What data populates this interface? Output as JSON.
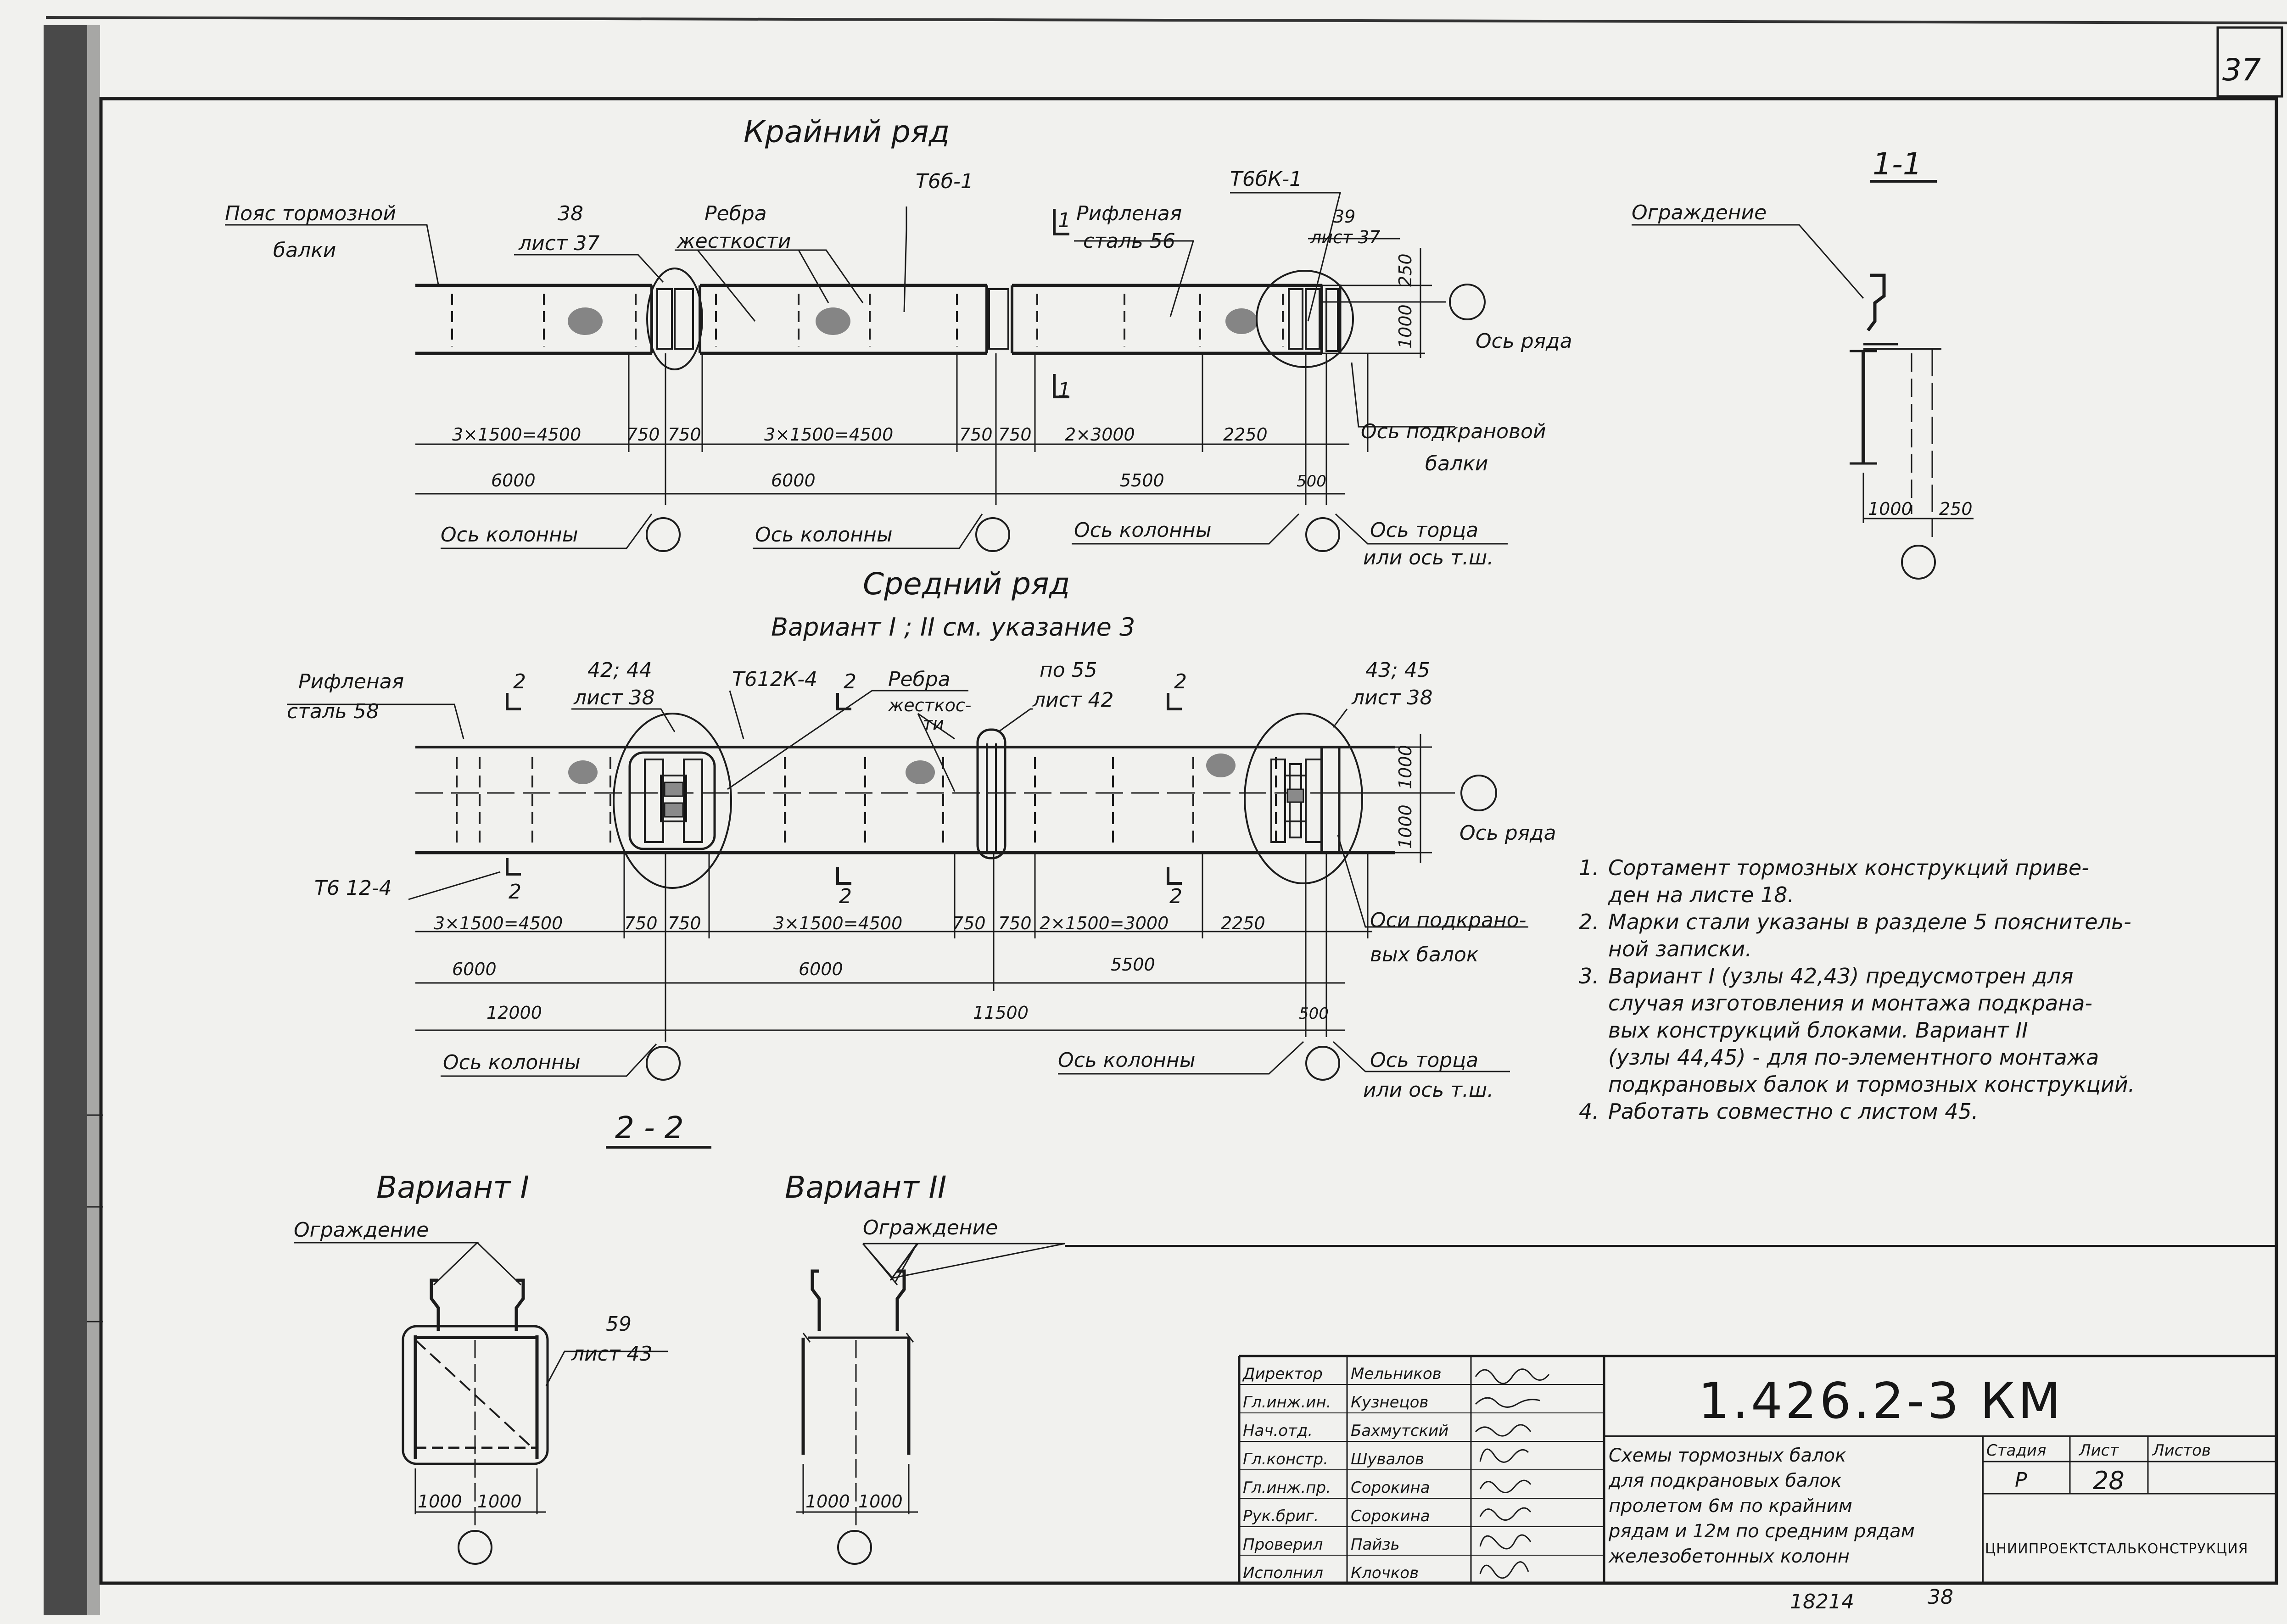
{
  "sheet": {
    "corner_number": "37",
    "bottom_numbers": [
      "18214",
      "38"
    ]
  },
  "plan_outer": {
    "title": "Крайний ряд",
    "labels": {
      "brake_belt_1": "Пояс тормозной",
      "brake_belt_2": "балки",
      "node38_num": "38",
      "node38_sheet": "лист 37",
      "ribs_1": "Ребра",
      "ribs_2": "жесткости",
      "mark_t6": "Т6б-1",
      "sec1_top": "1",
      "sec1_bottom": "1",
      "plate_1": "Рифленая",
      "plate_2": "сталь 56",
      "mark_t6k": "Т6бК-1",
      "node39_num": "39",
      "node39_sheet": "лист 37",
      "axis_row": "Ось ряда",
      "axis_crane_1": "Ось подкрановой",
      "axis_crane_2": "балки",
      "axis_col_1": "Ось колонны",
      "axis_col_2": "Ось колонны",
      "axis_col_3": "Ось колонны",
      "axis_end_1": "Ось торца",
      "axis_end_2": "или ось т.ш."
    },
    "dims": {
      "d1": "3×1500=4500",
      "d2": "750",
      "d3": "750",
      "d4": "3×1500=4500",
      "d5": "750",
      "d6": "750",
      "d7": "2×3000",
      "d8": "2250",
      "o1": "6000",
      "o2": "6000",
      "o3": "5500",
      "o4": "500",
      "v1": "250",
      "v2": "1000"
    }
  },
  "plan_middle": {
    "title": "Средний ряд",
    "subtitle": "Вариант I ; II  см. указание 3",
    "labels": {
      "plate_1": "Рифленая",
      "plate_2": "сталь 58",
      "sec_a": "2",
      "sec_b": "2",
      "sec_c": "2",
      "sec_d": "2",
      "sec_e": "2",
      "sec_f": "2",
      "node_l_num": "42; 44",
      "node_l_sheet": "лист 38",
      "mark_t612k": "Т612К-4",
      "ribs_1": "Ребра",
      "ribs_2": "жесткос-",
      "ribs_3": "ти",
      "node55_num": "по 55",
      "node55_sheet": "лист 42",
      "node_r_num": "43; 45",
      "node_r_sheet": "лист 38",
      "axis_row": "Ось ряда",
      "mark_t612": "Т6 12-4",
      "axes_crane_1": "Оси подкрано-",
      "axes_crane_2": "вых балок",
      "axis_col_1": "Ось колонны",
      "axis_col_2": "Ось колонны",
      "axis_end_1": "Ось торца",
      "axis_end_2": "или ось т.ш."
    },
    "dims": {
      "d1": "3×1500=4500",
      "d2": "750",
      "d3": "750",
      "d4": "3×1500=4500",
      "d5": "750",
      "d6": "750",
      "d7": "2×1500=3000",
      "d8": "2250",
      "o1": "6000",
      "o2": "6000",
      "o3": "5500",
      "t1": "12000",
      "t2": "11500",
      "t3": "500",
      "v1": "1000",
      "v2": "1000"
    }
  },
  "section_1_1": {
    "title": "1-1",
    "fence": "Ограждение",
    "dim_a": "1000",
    "dim_b": "250"
  },
  "section_2_2": {
    "title": "2 - 2",
    "variant1": {
      "title": "Вариант I",
      "fence": "Ограждение",
      "node_num": "59",
      "node_sheet": "лист 43",
      "dim_a": "1000",
      "dim_b": "1000"
    },
    "variant2": {
      "title": "Вариант II",
      "fence": "Ограждение",
      "dim_a": "1000",
      "dim_b": "1000"
    }
  },
  "notes": [
    {
      "num": "1.",
      "lines": [
        "Сортамент тормозных конструкций приве-",
        "ден на листе 18."
      ]
    },
    {
      "num": "2.",
      "lines": [
        "Марки стали указаны в разделе 5 пояснитель-",
        "ной записки."
      ]
    },
    {
      "num": "3.",
      "lines": [
        "Вариант I (узлы 42,43) предусмотрен для",
        "случая изготовления и монтажа подкрана-",
        "вых конструкций блоками. Вариант II",
        "(узлы 44,45) - для по-элементного монтажа",
        "подкрановых балок и тормозных конструкций."
      ]
    },
    {
      "num": "4.",
      "lines": [
        "Работать совместно с листом 45."
      ]
    }
  ],
  "title_block": {
    "roles": [
      "Директор",
      "Гл.инж.ин.",
      "Нач.отд.",
      "Гл.констр.",
      "Гл.инж.пр.",
      "Рук.бриг.",
      "Проверил",
      "Исполнил"
    ],
    "names": [
      "Мельников",
      "Кузнецов",
      "Бахмутский",
      "Шувалов",
      "Сорокина",
      "Сорокина",
      "Пайзь",
      "Клочков"
    ],
    "code": "1.426.2-3 КМ",
    "description": [
      "Схемы тормозных балок",
      "для подкрановых балок",
      "пролетом 6м по крайним",
      "рядам и 12м по средним рядам",
      "железобетонных колонн"
    ],
    "stage_header": "Стадия",
    "sheet_header": "Лист",
    "sheets_header": "Листов",
    "stage": "Р",
    "sheet": "28",
    "sheets": "",
    "org": "ЦНИИПРОЕКТСТАЛЬКОНСТРУКЦИЯ"
  }
}
